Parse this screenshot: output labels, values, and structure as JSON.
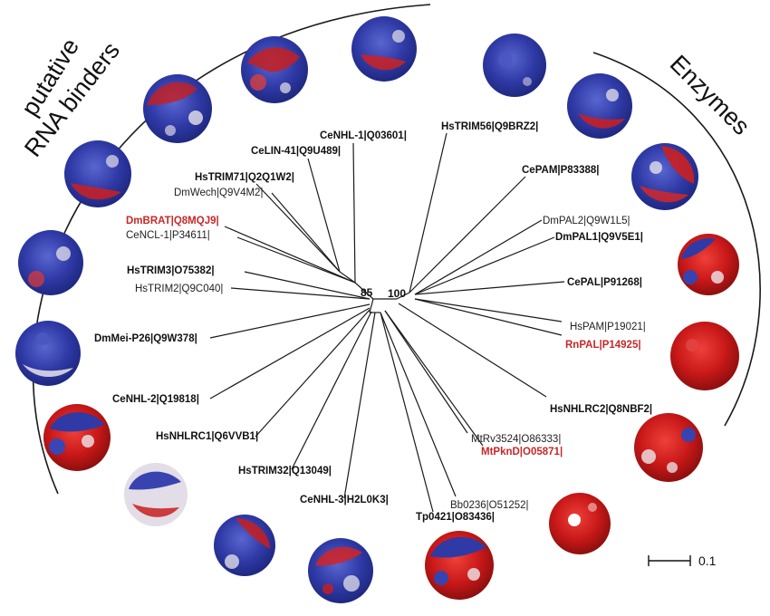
{
  "groups": {
    "rna_binders_line1": "putative",
    "rna_binders_line2": "RNA binders",
    "enzymes": "Enzymes"
  },
  "bootstrap": {
    "left": "85",
    "right": "100"
  },
  "scale_bar": {
    "label": "0.1"
  },
  "leaves": [
    {
      "label": "HsTRIM56|Q9BRZ2|",
      "style": "bold"
    },
    {
      "label": "CeNHL-1|Q03601|",
      "style": "bold"
    },
    {
      "label": "CeLIN-41|Q9U489|",
      "style": "bold"
    },
    {
      "label": "HsTRIM71|Q2Q1W2|",
      "style": "bold"
    },
    {
      "label": "DmWech|Q9V4M2|",
      "style": "normal"
    },
    {
      "label": "DmBRAT|Q8MQJ9|",
      "style": "red"
    },
    {
      "label": "CeNCL-1|P34611|",
      "style": "normal"
    },
    {
      "label": "HsTRIM3|O75382|",
      "style": "bold"
    },
    {
      "label": "HsTRIM2|Q9C040|",
      "style": "normal"
    },
    {
      "label": "DmMei-P26|Q9W378|",
      "style": "bold"
    },
    {
      "label": "CeNHL-2|Q19818|",
      "style": "bold"
    },
    {
      "label": "HsNHLRC1|Q6VVB1|",
      "style": "bold"
    },
    {
      "label": "HsTRIM32|Q13049|",
      "style": "bold"
    },
    {
      "label": "CeNHL-3|H2L0K3|",
      "style": "bold"
    },
    {
      "label": "Tp0421|O83436|",
      "style": "bold"
    },
    {
      "label": "Bb0236|O51252|",
      "style": "normal"
    },
    {
      "label": "MtPknD|O05871|",
      "style": "red"
    },
    {
      "label": "MtRv3524|O86333|",
      "style": "normal"
    },
    {
      "label": "HsNHLRC2|Q8NBF2|",
      "style": "bold"
    },
    {
      "label": "RnPAL|P14925|",
      "style": "red"
    },
    {
      "label": "HsPAM|P19021|",
      "style": "normal"
    },
    {
      "label": "CePAL|P91268|",
      "style": "bold"
    },
    {
      "label": "DmPAL1|Q9V5E1|",
      "style": "bold"
    },
    {
      "label": "DmPAL2|Q9W1L5|",
      "style": "normal"
    },
    {
      "label": "CePAM|P83388|",
      "style": "bold"
    }
  ],
  "colors": {
    "positive": "#2b3aa8",
    "negative": "#cc1f1f",
    "neutral": "#e8e6ea",
    "highlight_label": "#c62828"
  }
}
